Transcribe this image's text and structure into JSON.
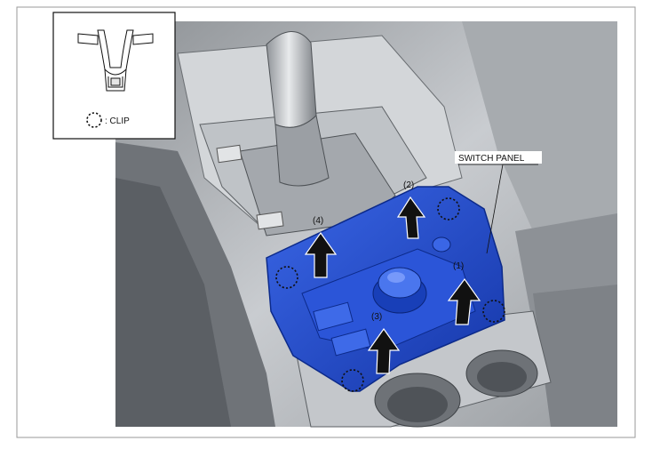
{
  "inset": {
    "legend_text": ": CLIP"
  },
  "labels": {
    "switch_panel": "SWITCH PANEL",
    "step1": "(1)",
    "step2": "(2)",
    "step3": "(3)",
    "step4": "(4)"
  },
  "colors": {
    "panel_blue": "#1f4fd6",
    "arrow": "#111111",
    "console_gray": "#b9bdc1"
  }
}
